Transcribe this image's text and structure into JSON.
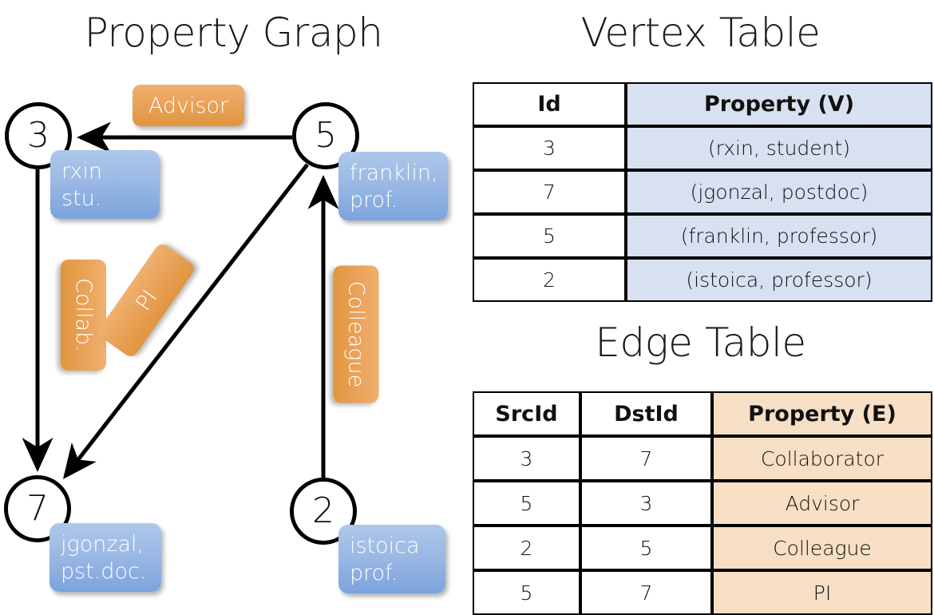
{
  "panels": {
    "graph_title": "Property Graph",
    "vertex_title": "Vertex Table",
    "edge_title": "Edge Table"
  },
  "graph": {
    "vertices": [
      {
        "id": "3",
        "property_label": "rxin\nstu."
      },
      {
        "id": "5",
        "property_label": "franklin,\nprof."
      },
      {
        "id": "7",
        "property_label": "jgonzal,\npst.doc."
      },
      {
        "id": "2",
        "property_label": "istoica\nprof."
      }
    ],
    "vertex_labels": {
      "rxin_line1": "rxin",
      "rxin_line2": "stu.",
      "franklin_line1": "franklin,",
      "franklin_line2": "prof.",
      "jgonzal_line1": "jgonzal,",
      "jgonzal_line2": "pst.doc.",
      "istoica_line1": "istoica",
      "istoica_line2": "prof."
    },
    "edge_labels": {
      "advisor": "Advisor",
      "collab": "Collab.",
      "colleague": "Colleague",
      "pi": "PI"
    },
    "colors": {
      "vertex_box_top": "#aec7ea",
      "vertex_box_bottom": "#7ba3dc",
      "edge_box_top": "#f0b06f",
      "edge_box_bottom": "#e0953e",
      "stroke": "#000000"
    }
  },
  "vertex_table": {
    "headers": [
      "Id",
      "Property (V)"
    ],
    "rows": [
      {
        "id": "3",
        "property": "(rxin, student)"
      },
      {
        "id": "7",
        "property": "(jgonzal, postdoc)"
      },
      {
        "id": "5",
        "property": "(franklin, professor)"
      },
      {
        "id": "2",
        "property": "(istoica, professor)"
      }
    ],
    "property_fill": "#d7e1f1"
  },
  "edge_table": {
    "headers": [
      "SrcId",
      "DstId",
      "Property (E)"
    ],
    "rows": [
      {
        "src": "3",
        "dst": "7",
        "property": "Collaborator"
      },
      {
        "src": "5",
        "dst": "3",
        "property": "Advisor"
      },
      {
        "src": "2",
        "dst": "5",
        "property": "Colleague"
      },
      {
        "src": "5",
        "dst": "7",
        "property": "PI"
      }
    ],
    "property_fill": "#f6dfc4"
  }
}
